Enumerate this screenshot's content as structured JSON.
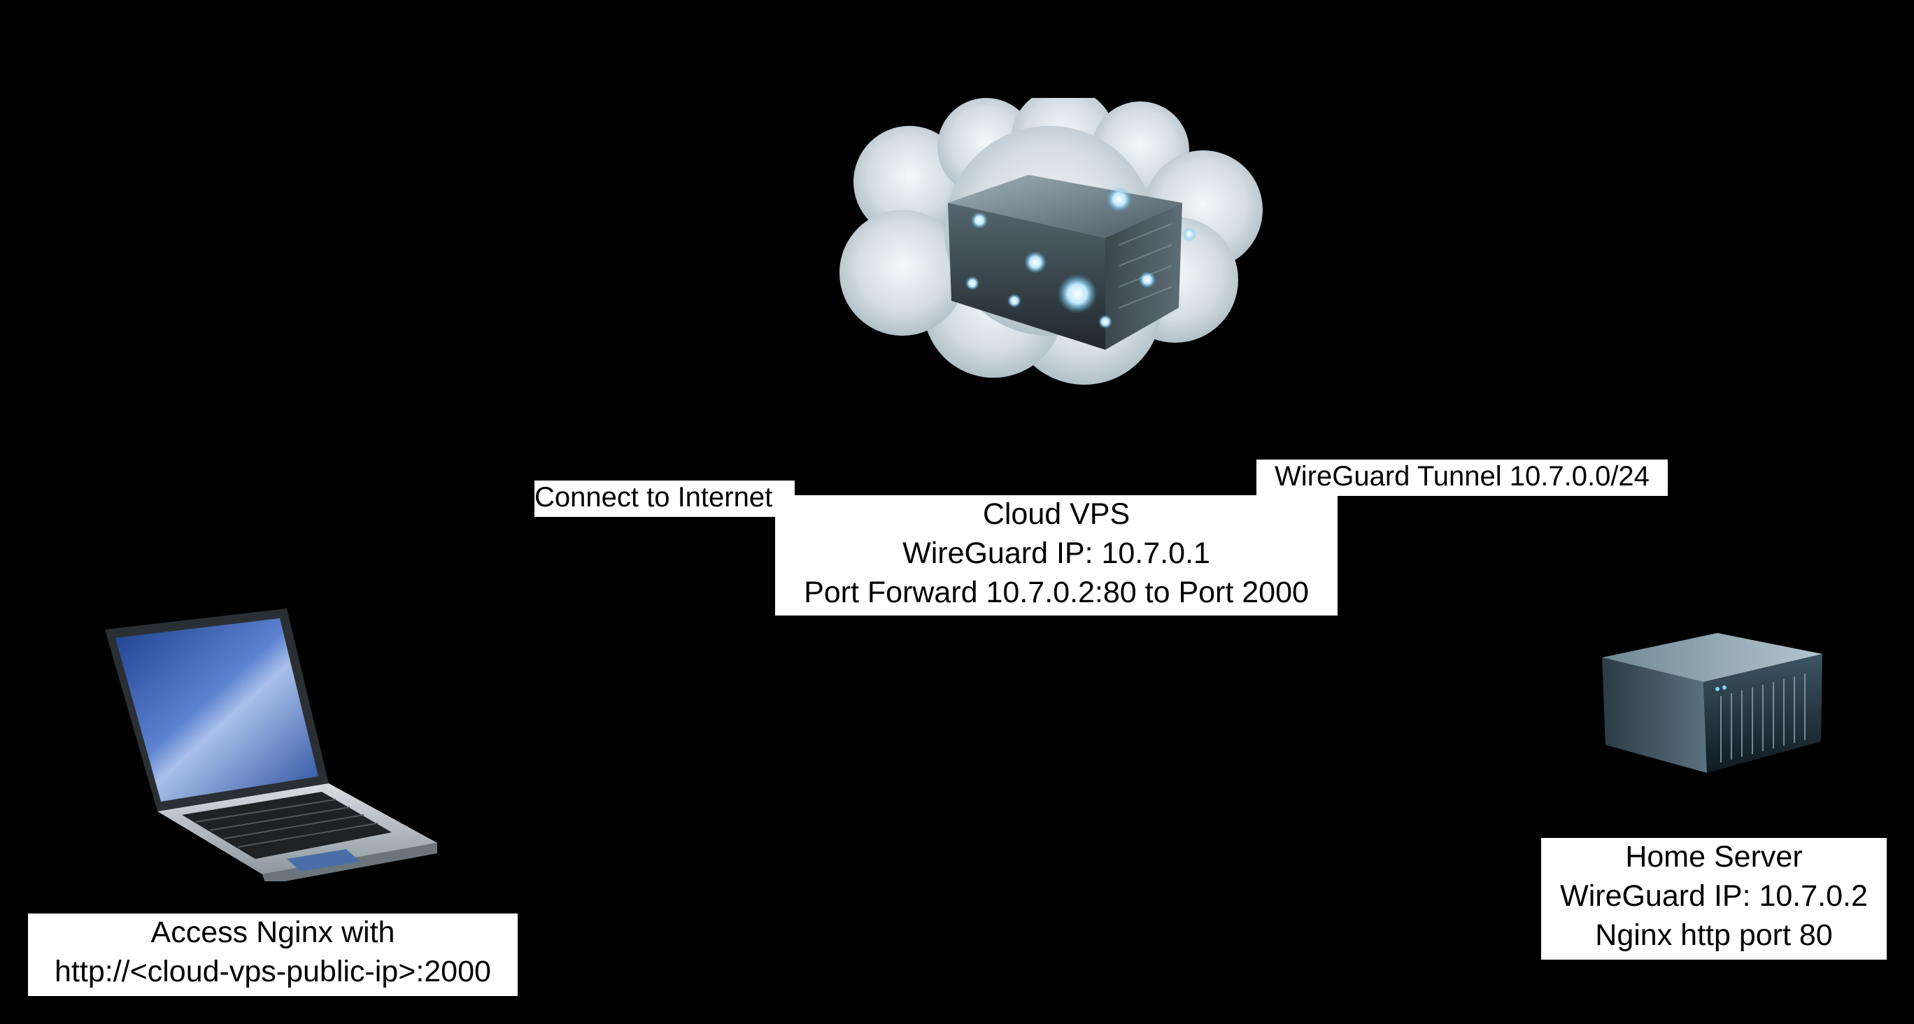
{
  "diagram": {
    "background": "#000000",
    "edge_labels": {
      "internet": "Connect to Internet",
      "tunnel": "WireGuard Tunnel 10.7.0.0/24"
    },
    "nodes": {
      "cloud": {
        "icon": "cloud-server-icon",
        "lines": [
          "Cloud VPS",
          "WireGuard IP: 10.7.0.1",
          "Port Forward 10.7.0.2:80 to Port 2000"
        ]
      },
      "laptop": {
        "icon": "laptop-icon",
        "lines": [
          "Access Nginx with",
          "http://<cloud-vps-public-ip>:2000"
        ]
      },
      "server": {
        "icon": "rack-server-icon",
        "lines": [
          "Home Server",
          "WireGuard IP: 10.7.0.2",
          "Nginx http port 80"
        ]
      }
    }
  }
}
